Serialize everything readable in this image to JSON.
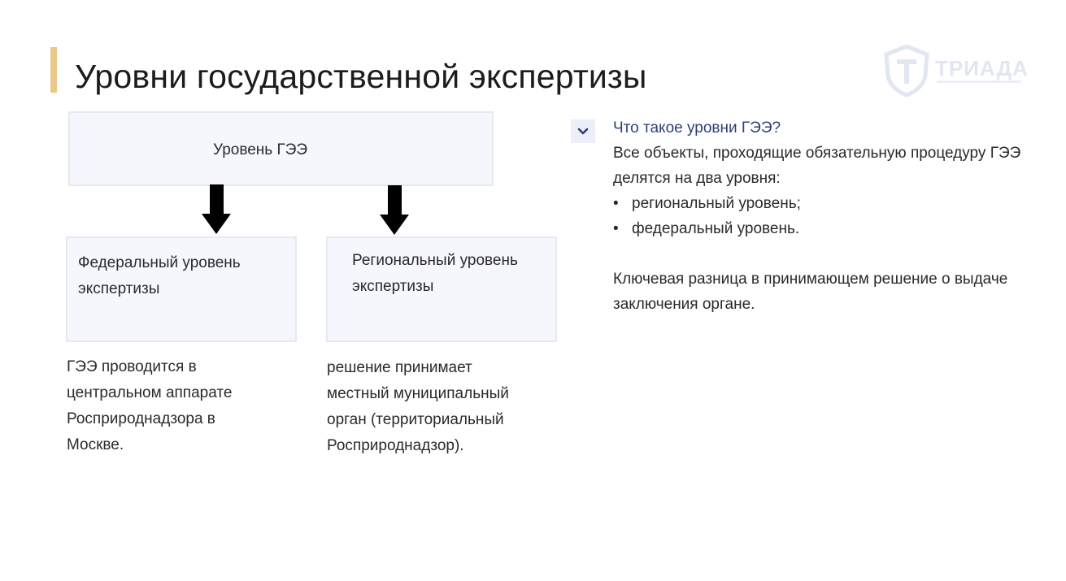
{
  "title": "Уровни государственной экспертизы",
  "logo": {
    "text": "ТРИАДА",
    "icon": "shield-t-icon"
  },
  "diagram": {
    "top_box": "Уровень ГЭЭ",
    "left_box": "Федеральный уровень экспертизы",
    "right_box": "Региональный уровень экспертизы",
    "left_description": "ГЭЭ проводится в центральном аппарате Росприроднадзора в Москве.",
    "right_description": "решение принимает местный муниципальный орган (территориальный Росприроднадзор)."
  },
  "faq": {
    "toggle_icon": "chevron-down-icon",
    "question": "Что такое уровни ГЭЭ?",
    "intro": "Все объекты, проходящие обязательную процедуру ГЭЭ делятся на два уровня:",
    "items": [
      "региональный уровень;",
      "федеральный уровень."
    ],
    "conclusion": "Ключевая разница в принимающем решение о выдаче заключения органе."
  },
  "colors": {
    "accent": "#e9c98a",
    "box_fill": "#f6f7fd",
    "link": "#2c3f7a"
  }
}
